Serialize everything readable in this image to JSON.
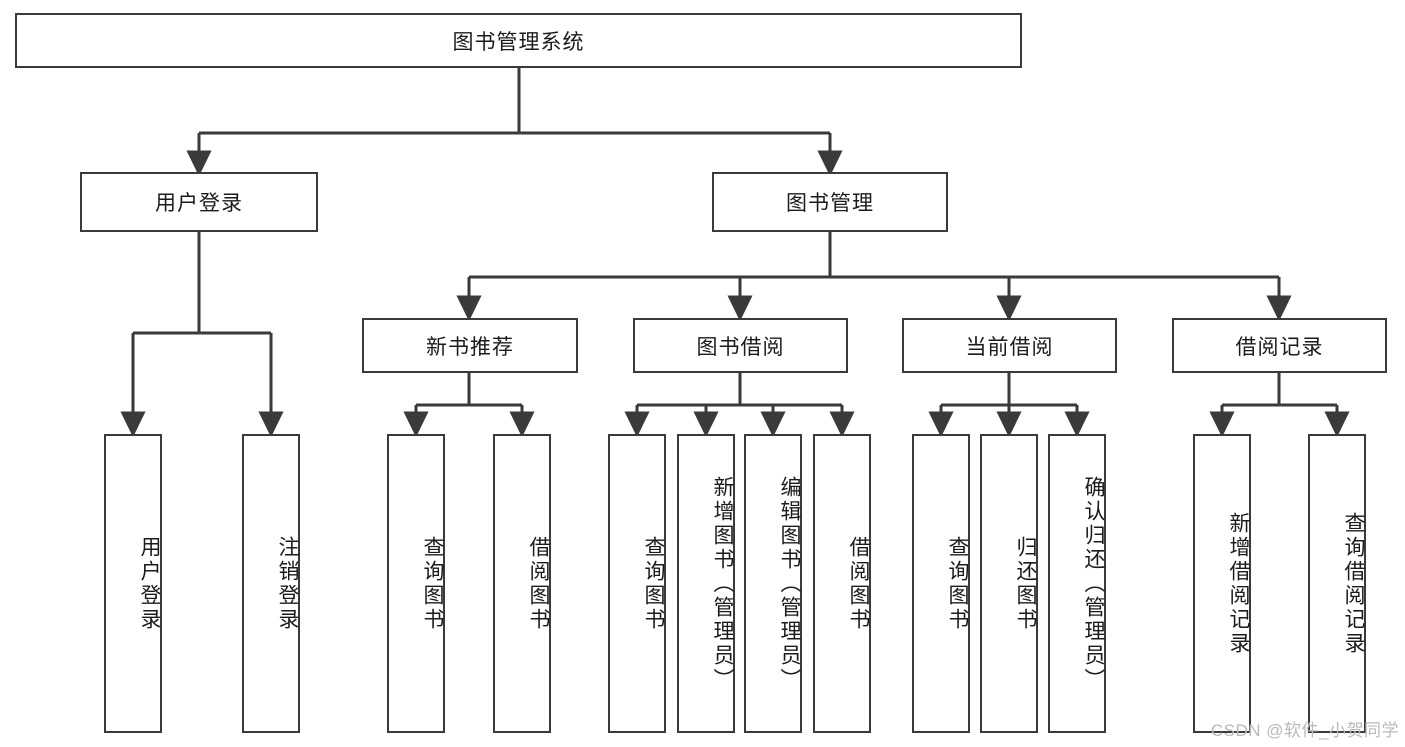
{
  "diagram": {
    "title": "图书管理系统",
    "watermark": "CSDN @软件_小贺同学",
    "colors": {
      "stroke": "#3a3a3a",
      "box_fill": "#ffffff",
      "text": "#1b1b1b",
      "background": "#ffffff",
      "watermark": "#b9b9b9"
    },
    "levels": {
      "root": {
        "label": "图书管理系统"
      },
      "level1": [
        {
          "label": "用户登录"
        },
        {
          "label": "图书管理"
        }
      ],
      "level2": [
        {
          "label": "新书推荐"
        },
        {
          "label": "图书借阅"
        },
        {
          "label": "当前借阅"
        },
        {
          "label": "借阅记录"
        }
      ],
      "leaves": {
        "user_login": [
          {
            "label": "用户登录"
          },
          {
            "label": "注销登录"
          }
        ],
        "new_book_recommend": [
          {
            "label": "查询图书"
          },
          {
            "label": "借阅图书"
          }
        ],
        "book_borrow": [
          {
            "label": "查询图书"
          },
          {
            "label": "新增图书（管理员）"
          },
          {
            "label": "编辑图书（管理员）"
          },
          {
            "label": "借阅图书"
          }
        ],
        "current_borrow": [
          {
            "label": "查询图书"
          },
          {
            "label": "归还图书"
          },
          {
            "label": "确认归还（管理员）"
          }
        ],
        "borrow_records": [
          {
            "label": "新增借阅记录"
          },
          {
            "label": "查询借阅记录"
          }
        ]
      }
    }
  }
}
